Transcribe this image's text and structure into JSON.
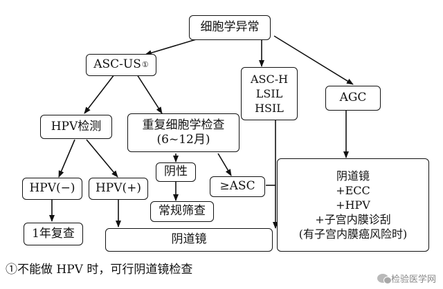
{
  "flowchart": {
    "root": "细胞学异常",
    "asc_us": {
      "label": "ASC-US",
      "marker": "①"
    },
    "high_grade": [
      "ASC-H",
      "LSIL",
      "HSIL"
    ],
    "agc": "AGC",
    "hpv_test": "HPV检测",
    "repeat_cytology": [
      "重复细胞学检查",
      "(6~12月)"
    ],
    "hpv_negative": "HPV(−)",
    "hpv_positive": "HPV(+)",
    "negative": "阴性",
    "routine_screening": "常规筛查",
    "asc_or_worse": "≥ASC",
    "recheck_1yr": "1年复查",
    "colposcopy": "阴道镜",
    "agc_workup": [
      "阴道镜",
      "+ECC",
      "+HPV",
      "+子宫内膜诊刮",
      "(有子宫内膜癌风险时)"
    ]
  },
  "footnote": "①不能做 HPV 时，可行阴道镜检查",
  "watermark": {
    "text": "检验医学网",
    "icon": "wechat-icon"
  },
  "colors": {
    "line": "#111111",
    "background": "#ffffff"
  }
}
